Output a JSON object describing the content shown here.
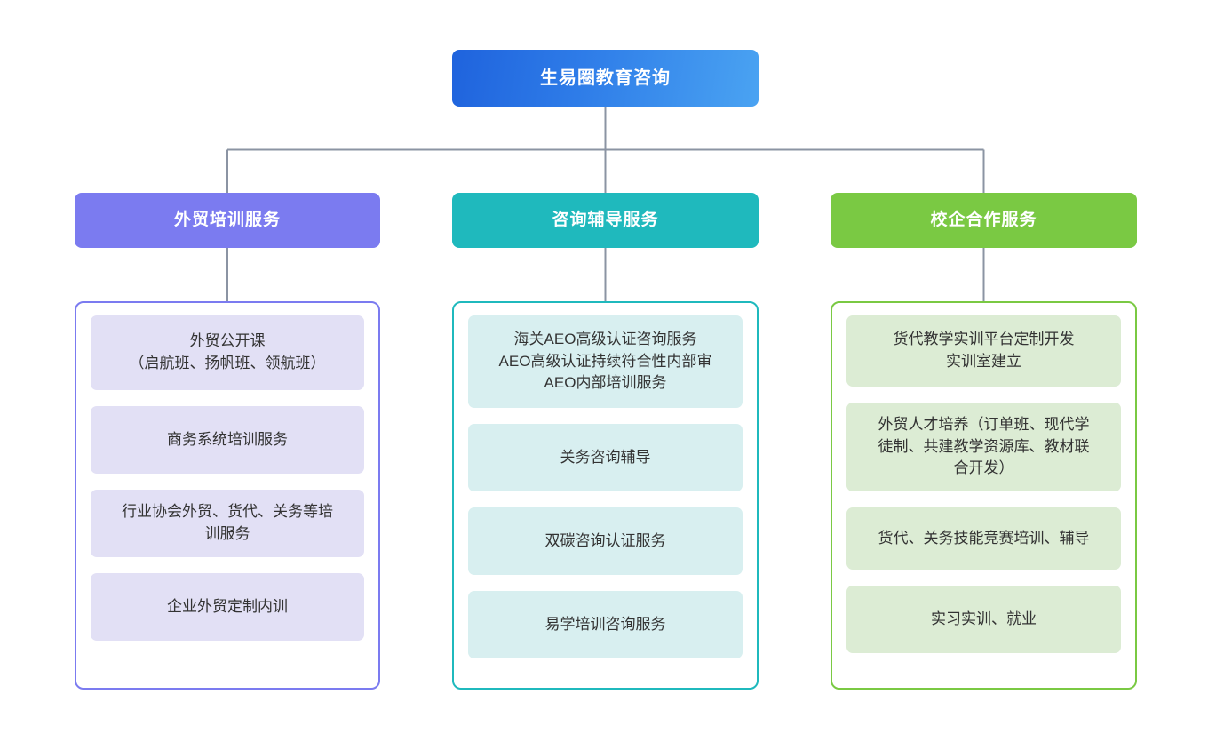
{
  "diagram": {
    "type": "organization-chart",
    "orientation": "top-down",
    "levels": 3,
    "connector_color": "#8b94a3"
  },
  "root": {
    "label": "生易圈教育咨询",
    "color_start": "#1f63dd",
    "color_end": "#4aa3f2"
  },
  "columns": [
    {
      "header": "外贸培训服务",
      "accent": "#7b7bf0",
      "item_fill": "#e2e0f5",
      "items": [
        "外贸公开课\n（启航班、扬帆班、领航班）",
        "商务系统培训服务",
        "行业协会外贸、货代、关务等培\n训服务",
        "企业外贸定制内训"
      ]
    },
    {
      "header": "咨询辅导服务",
      "accent": "#1fb9bd",
      "item_fill": "#d8eff0",
      "items": [
        "海关AEO高级认证咨询服务\nAEO高级认证持续符合性内部审\nAEO内部培训服务",
        "关务咨询辅导",
        "双碳咨询认证服务",
        "易学培训咨询服务"
      ]
    },
    {
      "header": "校企合作服务",
      "accent": "#7ac943",
      "item_fill": "#dcecd4",
      "items": [
        "货代教学实训平台定制开发\n实训室建立",
        "外贸人才培养（订单班、现代学\n徒制、共建教学资源库、教材联\n合开发）",
        "货代、关务技能竞赛培训、辅导",
        "实习实训、就业"
      ]
    }
  ]
}
